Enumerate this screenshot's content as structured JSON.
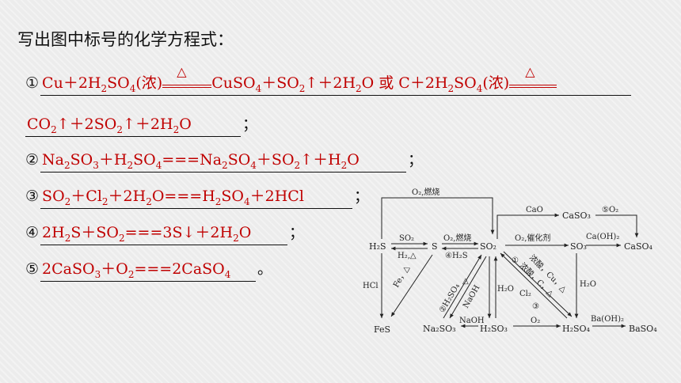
{
  "prompt": "写出图中标号的化学方程式：",
  "eq1": {
    "num": "①",
    "part_a": "Cu＋2H",
    "part_a2": "SO",
    "part_a3": "(浓)",
    "part_b": "CuSO",
    "part_b2": "＋SO",
    "part_b3": "↑＋2H",
    "part_b4": "O 或 C＋2H",
    "part_b5": "SO",
    "part_b6": "(浓)",
    "heat": "△",
    "line2_a": "CO",
    "line2_b": "↑＋2SO",
    "line2_c": "↑＋2H",
    "line2_d": "O",
    "punct": "；"
  },
  "eq2": {
    "num": "②",
    "a": "Na",
    "b": "SO",
    "c": "＋H",
    "d": "SO",
    "e": "===Na",
    "f": "SO",
    "g": "＋SO",
    "h": "↑＋H",
    "i": "O",
    "punct": "；"
  },
  "eq3": {
    "num": "③",
    "a": "SO",
    "b": "＋Cl",
    "c": "＋2H",
    "d": "O===H",
    "e": "SO",
    "f": "＋2HCl",
    "punct": "；"
  },
  "eq4": {
    "num": "④",
    "a": "2H",
    "b": "S＋SO",
    "c": "===3S↓＋2H",
    "d": "O",
    "punct": "；"
  },
  "eq5": {
    "num": "⑤",
    "a": "2CaSO",
    "b": "＋O",
    "c": "===2CaSO",
    "punct": "。"
  },
  "subs": {
    "two": "2",
    "three": "3",
    "four": "4"
  },
  "diagram": {
    "o2_burn_top": "O₂,燃烧",
    "h2s": "H₂S",
    "so2_label": "SO₂",
    "h2_heat": "H₂,△",
    "s": "S",
    "o2_burn": "O₂,燃烧",
    "mark4_h2s": "④H₂S",
    "so2_center": "SO₂",
    "cao": "CaO",
    "caso3": "CaSO₃",
    "mark5_o2": "⑤O₂",
    "o2_catalyst": "O₂,催化剂",
    "so3": "SO₃",
    "caoh2": "Ca(OH)₂",
    "caso4": "CaSO₄",
    "mark1": "①",
    "conc_cu": "浓酸，Cu，△",
    "conc_c": "浓酸，C，△",
    "mark3": "③",
    "h2o_a": "H₂O",
    "cl2": "Cl₂",
    "h2o_b": "H₂O",
    "hcl": "HCl",
    "fe_heat": "Fe，△",
    "mark2_h2so4": "②H₂SO₄",
    "naoh_a": "NaOH",
    "heat_sym": "△",
    "fes": "FeS",
    "na2so3": "Na₂SO₃",
    "naoh_b": "NaOH",
    "h2so3": "H₂SO₃",
    "o2_bottom": "O₂",
    "h2so4": "H₂SO₄",
    "baoh2": "Ba(OH)₂",
    "baso4": "BaSO₄"
  }
}
